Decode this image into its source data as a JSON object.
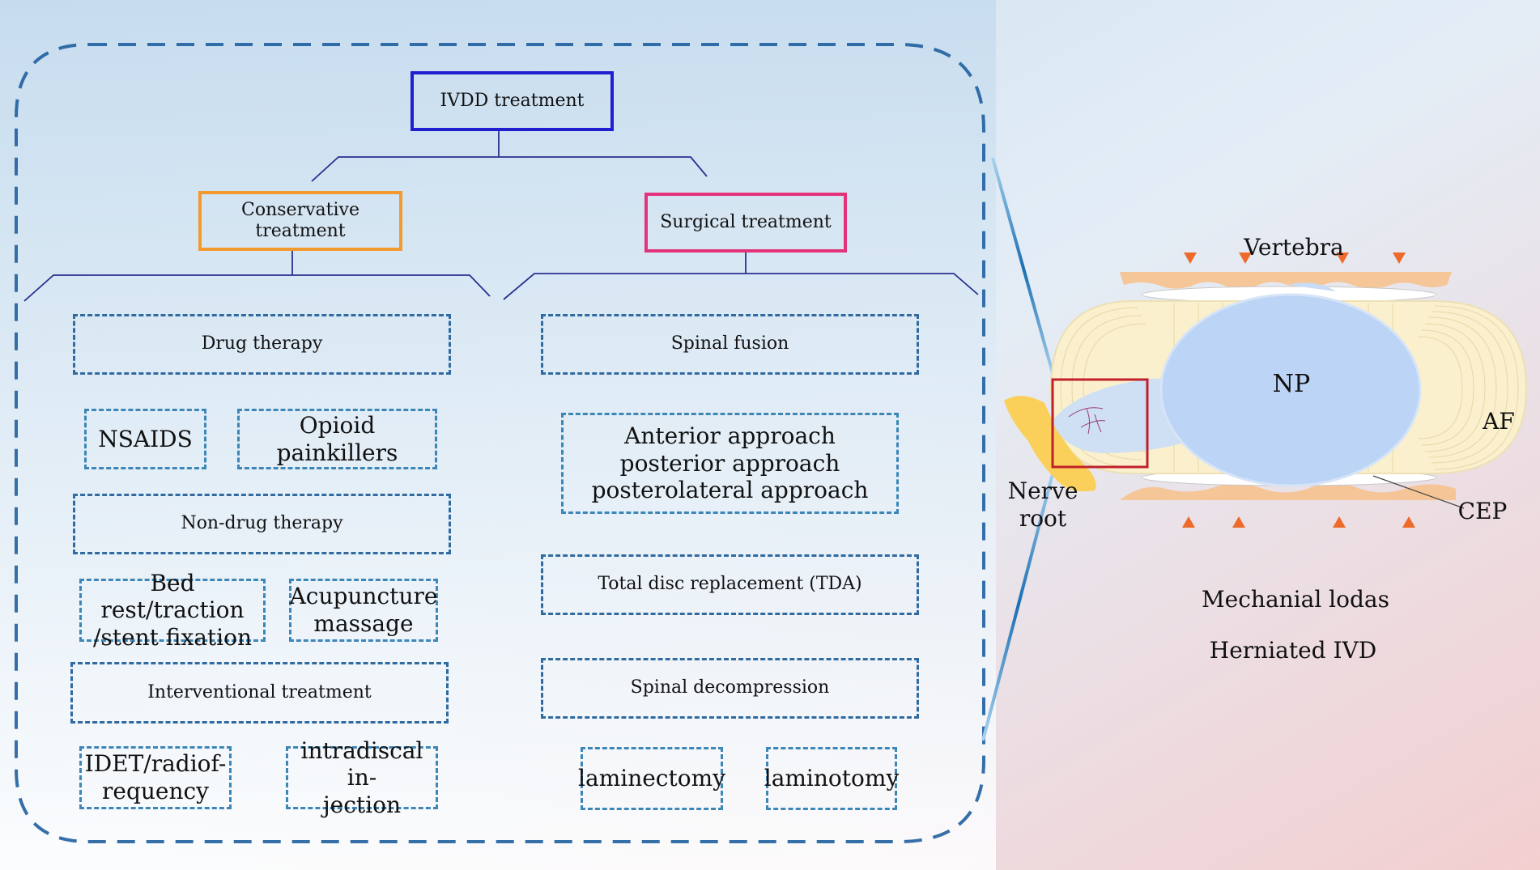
{
  "colors": {
    "root": "#1f1fcf",
    "conservative": "#f39a2e",
    "surgical": "#e4327a",
    "dashed": "#2f6aa0",
    "connector": "#2a2f8f",
    "outline": "#1f5f9f",
    "highlight": "#c0202a",
    "arrow": "#ee6a2a"
  },
  "tree": {
    "root": "IVDD treatment",
    "conservative": {
      "title": "Conservative treatment",
      "drug": "Drug therapy",
      "drug_items": [
        "NSAIDS",
        "Opioid painkillers"
      ],
      "nondrug": "Non-drug therapy",
      "nondrug_items": [
        "Bed rest/traction\n/stent fixation",
        "Acupuncture\nmassage"
      ],
      "interventional": "Interventional treatment",
      "interventional_items": [
        "IDET/radiof-\nrequency",
        "intradiscal in-\njection"
      ]
    },
    "surgical": {
      "title": "Surgical treatment",
      "fusion": "Spinal fusion",
      "approaches": "Anterior approach\nposterior approach\nposterolateral approach",
      "tda": "Total disc replacement (TDA)",
      "decompression": "Spinal decompression",
      "decompression_items": [
        "laminectomy",
        "laminotomy"
      ]
    }
  },
  "illustration": {
    "vertebra": "Vertebra",
    "np": "NP",
    "af": "AF",
    "cep": "CEP",
    "nerve_root": "Nerve root",
    "loads": "Mechanial lodas",
    "caption": "Herniated IVD"
  }
}
